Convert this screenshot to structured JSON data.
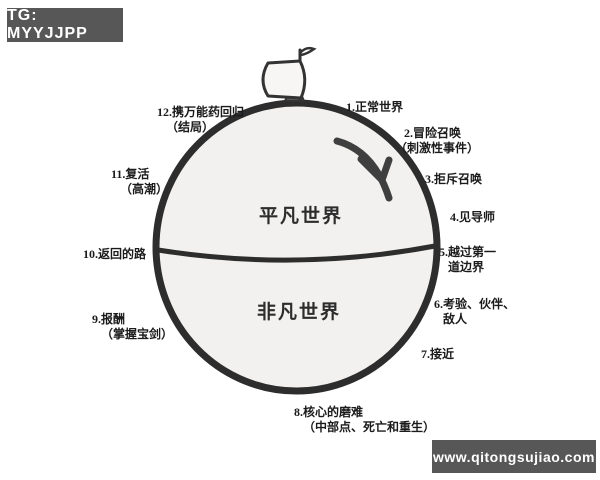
{
  "badges": {
    "telegram": "TG: MYYJJPP",
    "website": "www.qitongsujiao.com",
    "background_color": "#575757",
    "text_color": "#ffffff"
  },
  "diagram": {
    "type": "hero-journey-cycle",
    "circle": {
      "top_label": "平凡世界",
      "bottom_label": "非凡世界",
      "fill": "#f2f1ef",
      "stroke": "#2d2d2d"
    },
    "icons": [
      {
        "name": "sailboat-icon",
        "description": "hand-drawn sailboat on top of circle"
      },
      {
        "name": "clockwise-arrow-icon",
        "description": "curved arrow showing clockwise journey direction"
      }
    ],
    "stages": [
      {
        "lines": [
          "1.正常世界"
        ]
      },
      {
        "lines": [
          "2.冒险召唤",
          "（刺激性事件）"
        ]
      },
      {
        "lines": [
          "3.拒斥召唤"
        ]
      },
      {
        "lines": [
          "4.见导师"
        ]
      },
      {
        "lines": [
          "5.越过第一",
          "道边界"
        ]
      },
      {
        "lines": [
          "6.考验、伙伴、",
          "敌人"
        ]
      },
      {
        "lines": [
          "7.接近"
        ]
      },
      {
        "lines": [
          "8.核心的磨难",
          "（中部点、死亡和重生）"
        ]
      },
      {
        "lines": [
          "9.报酬",
          "（掌握宝剑）"
        ]
      },
      {
        "lines": [
          "10.返回的路"
        ]
      },
      {
        "lines": [
          "11.复活",
          "（高潮）"
        ]
      },
      {
        "lines": [
          "12.携万能药回归",
          "（结局）"
        ]
      }
    ]
  }
}
